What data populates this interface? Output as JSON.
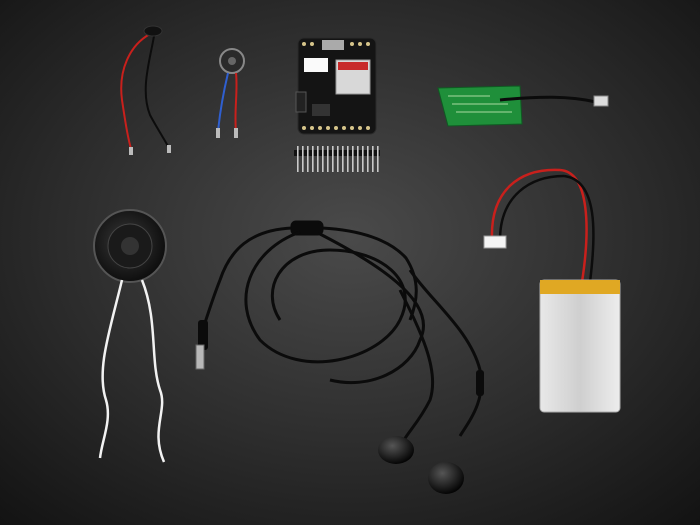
{
  "scene": {
    "kind": "product-photo",
    "background": "dark-gradient",
    "colors": {
      "bg_center": "#4a4a4a",
      "bg_edge": "#121212",
      "pcb_black": "#141414",
      "pcb_green": "#1f8f3a",
      "wire_red": "#c8201c",
      "wire_black": "#0c0c0c",
      "wire_blue": "#2f5fd0",
      "wire_white": "#f2f2f2",
      "battery_silver": "#d9d9d9",
      "battery_tape": "#e0a823",
      "cable_black": "#0b0b0b"
    },
    "items": [
      "piezo-sensor",
      "vibration-motor",
      "gsm-breakout-board",
      "header-pins",
      "gsm-antenna",
      "speaker",
      "headset",
      "lipo-battery"
    ]
  }
}
